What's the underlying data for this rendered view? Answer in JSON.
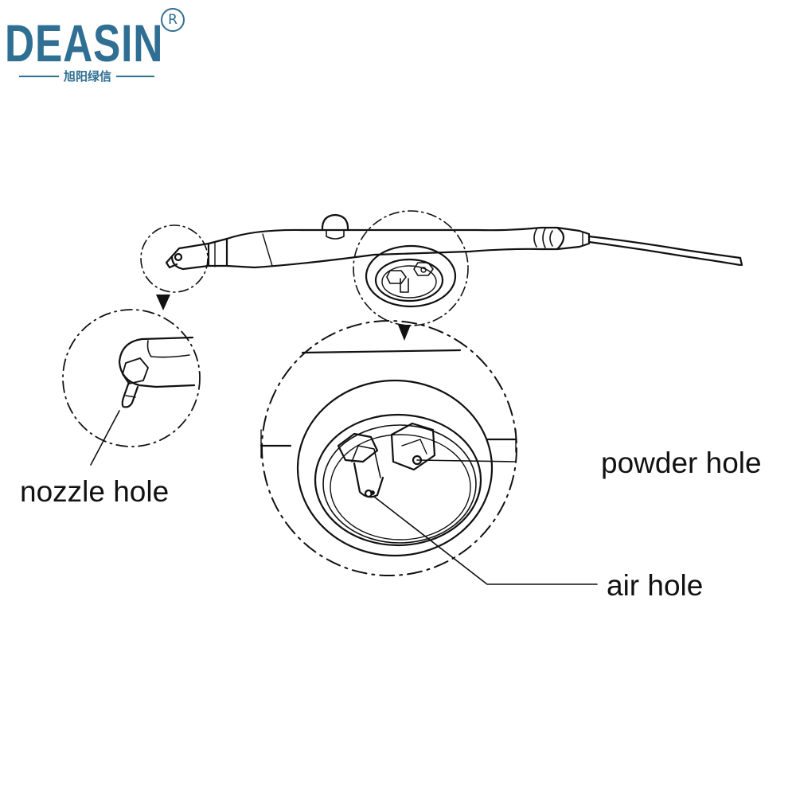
{
  "brand": {
    "name": "DEASIN",
    "registered_mark": "R",
    "subtitle": "旭阳绿信",
    "color": "#2f6f93"
  },
  "callouts": {
    "nozzle_hole": "nozzle hole",
    "powder_hole": "powder hole",
    "air_hole": "air hole"
  },
  "colors": {
    "line": "#111111",
    "background": "#ffffff"
  }
}
